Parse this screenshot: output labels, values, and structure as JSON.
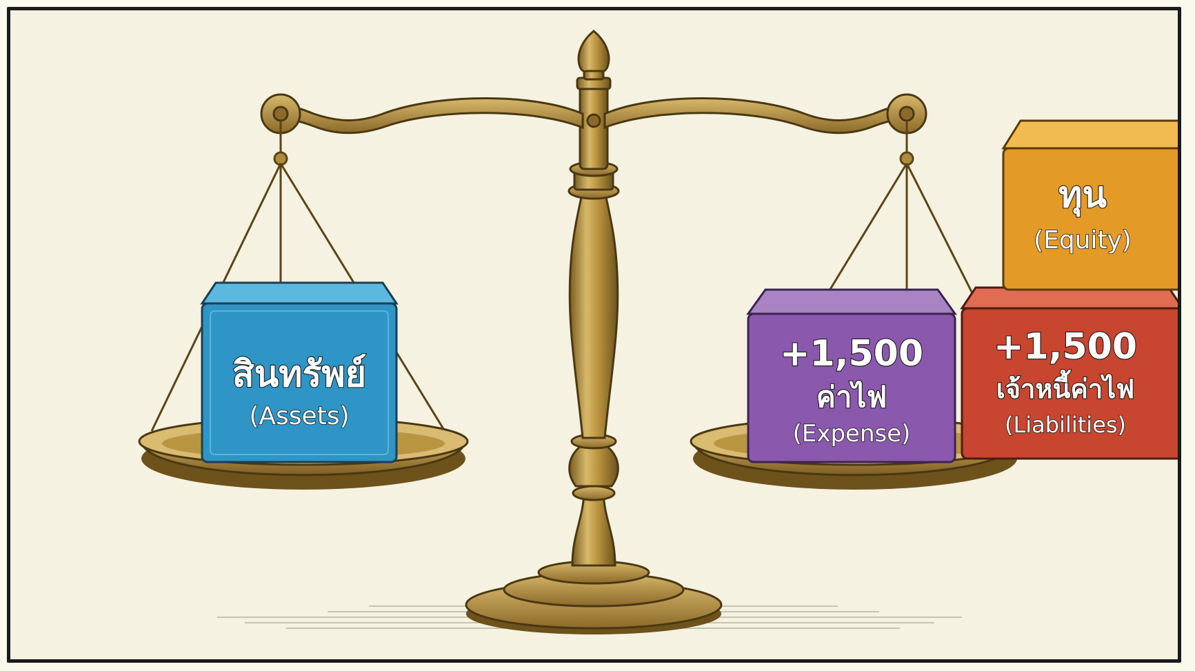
{
  "colors": {
    "paper": "#f6f2e1",
    "brass": "#b08a3e",
    "brass_dark": "#6b5220",
    "brass_light": "#d6b86a",
    "assets": "#2e95c6",
    "expense": "#8a58ad",
    "liabilities": "#c8452f",
    "equity": "#e39a26"
  },
  "blocks": {
    "assets": {
      "title": "สินทรัพย์",
      "subtitle": "(Assets)"
    },
    "expense": {
      "amount": "+1,500",
      "title": "ค่าไฟ",
      "subtitle": "(Expense)"
    },
    "liabilities": {
      "amount": "+1,500",
      "title": "เจ้าหนี้ค่าไฟ",
      "subtitle": "(Liabilities)"
    },
    "equity": {
      "title": "ทุน",
      "subtitle": "(Equity)"
    }
  },
  "icons": [
    "balance-scale-icon"
  ]
}
